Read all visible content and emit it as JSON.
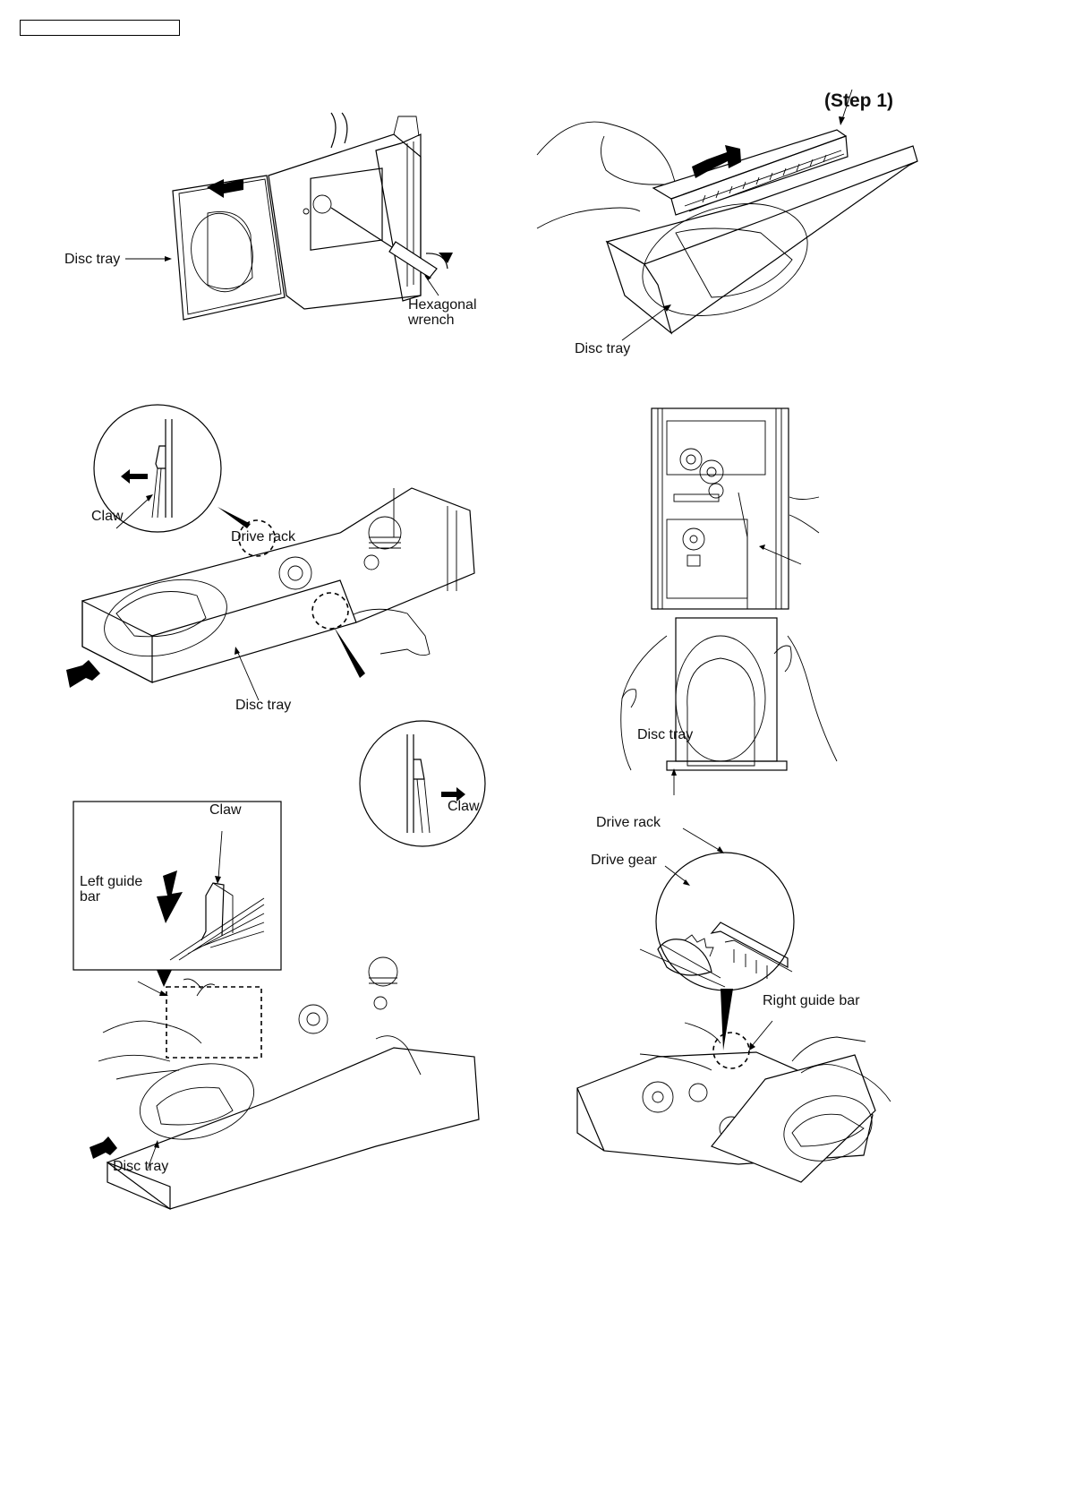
{
  "page": {
    "header_box_text": ""
  },
  "figures": [
    {
      "id": "fig1",
      "labels": {
        "disc_tray": "Disc tray",
        "wrench_line1": "Hexagonal",
        "wrench_line2": "wrench"
      }
    },
    {
      "id": "fig2",
      "labels": {
        "step": "(Step 1)",
        "disc_tray": "Disc tray"
      }
    },
    {
      "id": "fig3",
      "labels": {
        "claw_top": "Claw",
        "disc_tray": "Disc tray",
        "claw_bottom": "Claw"
      }
    },
    {
      "id": "fig4",
      "labels": {
        "drive_rack": "Drive rack",
        "disc_tray": "Disc tray"
      }
    },
    {
      "id": "fig5",
      "labels": {
        "claw": "Claw",
        "left_guide_bar_line1": "Left guide",
        "left_guide_bar_line2": "bar",
        "disc_tray": "Disc tray"
      }
    },
    {
      "id": "fig6",
      "labels": {
        "drive_rack": "Drive rack",
        "drive_gear": "Drive gear",
        "right_guide_bar": "Right guide bar"
      }
    }
  ]
}
